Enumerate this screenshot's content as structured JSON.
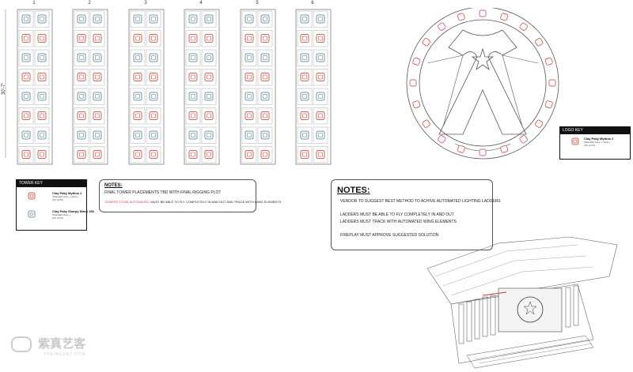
{
  "columns": {
    "numbers": [
      "1",
      "2",
      "3",
      "4",
      "5",
      "6"
    ],
    "dimension": "30'-7\""
  },
  "tower_key": {
    "header": "TOWER KEY",
    "items": [
      {
        "label": "Clay Paky Mythos 2",
        "sub1": "(Standard Zone + Glow +",
        "sub2": "(XX of XX)"
      },
      {
        "label": "Clay Paky Sharpy Wash 330",
        "sub1": "(Standard Zone +",
        "sub2": "(XX of XX)"
      }
    ]
  },
  "logo_key": {
    "header": "LOGO KEY",
    "label": "Clay Paky Mythos 2",
    "sub1": "(Standard Zone + Glow +",
    "sub2": "(XX of XX)"
  },
  "notes_small": {
    "title": "NOTES:",
    "line1": "FINAL TOWER PLACEMENTS TBD WITH FINAL RIGGING PLOT",
    "line2_red": "TOWERS TO BE AUTOMATED:",
    "line2_rest": "MUST BE ABLE TO FLY COMPLETELY IN AND OUT AND TRACK WITH WING ELEMENTS"
  },
  "notes_large": {
    "title": "NOTES:",
    "line1": "VENDOR TO SUGGEST BEST METHOD TO ACHIVE AUTOMATED LIGHTING LADDERS",
    "line2": "LADDERS MUST BE ABLE TO FLY COMPLETELY IN AND OUT",
    "line3": "LADDERS MUST TRACK WITH AUTOMATED WING ELEMENTS",
    "line4": "FIREPLAY MUST APPROVE SUGGESTED SOLUTION"
  },
  "watermark": {
    "text": "紫真艺客",
    "sub": "THEIBEANT.COM"
  },
  "colors": {
    "stroke": "#555555",
    "fixture_red": "#c0392b",
    "fixture_blue": "#4a7a8c",
    "key_header": "#111111"
  }
}
